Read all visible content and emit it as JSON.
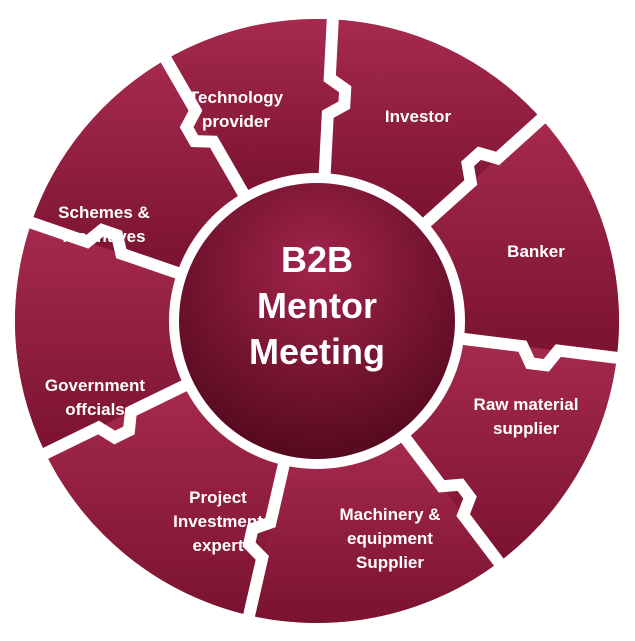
{
  "center": {
    "lines": [
      "B2B",
      "Mentor",
      "Meeting"
    ]
  },
  "segments": [
    {
      "id": "investor",
      "lines": [
        "Investor"
      ]
    },
    {
      "id": "banker",
      "lines": [
        "Banker"
      ]
    },
    {
      "id": "raw-material-supplier",
      "lines": [
        "Raw material",
        "supplier"
      ]
    },
    {
      "id": "machinery-equipment-supplier",
      "lines": [
        "Machinery &",
        "equipment",
        "Supplier"
      ]
    },
    {
      "id": "project-investment-expert",
      "lines": [
        "Project",
        "Investment",
        "expert"
      ]
    },
    {
      "id": "government-officials",
      "lines": [
        "Government",
        "offcials"
      ]
    },
    {
      "id": "schemes-incentives",
      "lines": [
        "Schemes &",
        "Incentives"
      ]
    },
    {
      "id": "technology-provider",
      "lines": [
        "Technology",
        "provider"
      ]
    }
  ],
  "colors": {
    "ring_light": "#a8284d",
    "ring_dark": "#6b0c25",
    "center_light": "#9a1d45",
    "center_dark": "#52081c",
    "gap": "#ffffff",
    "text": "#ffffff"
  }
}
